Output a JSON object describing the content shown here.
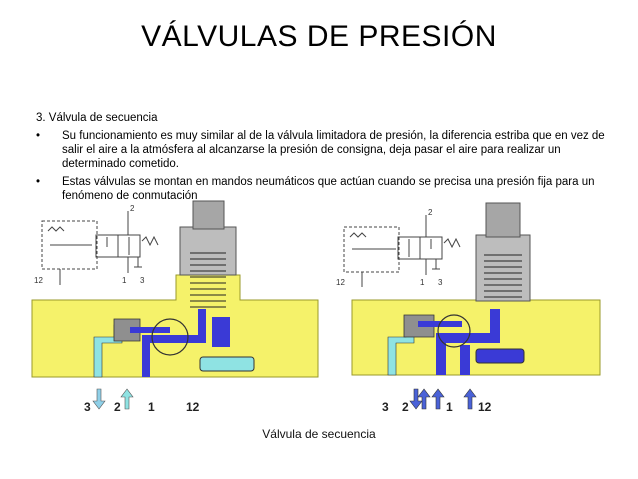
{
  "slide": {
    "title": "VÁLVULAS DE PRESIÓN",
    "heading": "3. Válvula de secuencia",
    "bullets": [
      "Su funcionamiento es muy similar al de la válvula limitadora de presión, la diferencia estriba que en vez de salir el aire a la atmósfera al alcanzarse la presión de consigna, deja pasar el aire para realizar un determinado cometido.",
      "Estas válvulas se montan en mandos neumáticos que actúan cuando se precisa una presión fija para un fenómeno de conmutación"
    ],
    "bullet_marker": "•"
  },
  "figure": {
    "caption": "Válvula de secuencia",
    "left": {
      "symbol_labels": {
        "top": "2",
        "p12": "12",
        "p1": "1",
        "p3": "3"
      },
      "port_labels": [
        "3",
        "2",
        "1",
        "12"
      ]
    },
    "right": {
      "symbol_labels": {
        "top": "2",
        "p12": "12",
        "p1": "1",
        "p3": "3"
      },
      "port_labels": [
        "3",
        "2",
        "1",
        "12"
      ]
    },
    "colors": {
      "housing": "#f5f26a",
      "housing_edge": "#9a9a2a",
      "gray_body": "#8f8f8f",
      "supply_blue": "#3a3ad6",
      "exhaust_cyan": "#8fe3e3",
      "arrow_left_exhaust": "#8fd0e8",
      "arrow_blue": "#4a62d8"
    }
  }
}
